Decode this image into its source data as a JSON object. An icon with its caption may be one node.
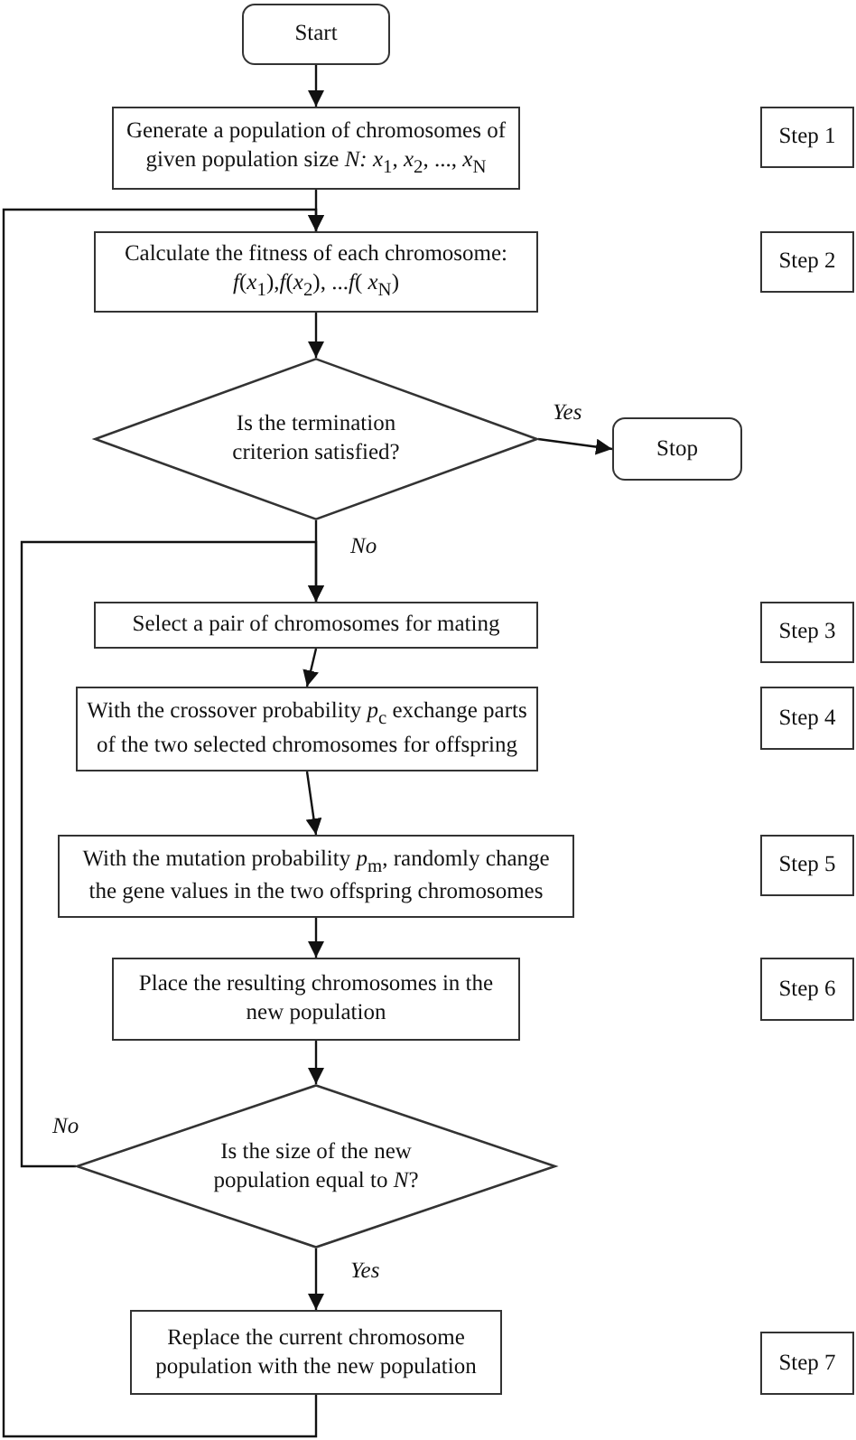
{
  "diagram": {
    "nodes": [
      {
        "text": [
          "Start"
        ]
      },
      {
        "text": [
          "Generate a population of chromosomes of given population size *N:* *x*$_{1}$, *x*$_{2}$, ..., *x*$_{N}$"
        ]
      },
      {
        "text": [
          "Step 1"
        ]
      },
      {
        "text": [
          "Calculate the fitness of each chromosome: *f*(*x*$_{1}$),*f*(*x*$_{2}$), ...*f*( *x*$_{N}$)"
        ]
      },
      {
        "text": [
          "Step 2"
        ]
      },
      {
        "text": [
          "Is the termination criterion satisfied?"
        ]
      },
      {
        "text": [
          "Stop"
        ]
      },
      {
        "text": [
          "Select a pair of chromosomes for mating"
        ]
      },
      {
        "text": [
          "Step 3"
        ]
      },
      {
        "text": [
          "With the crossover probability *p*$_{c}$ exchange parts of the two selected chromosomes for offspring"
        ]
      },
      {
        "text": [
          "Step 4"
        ]
      },
      {
        "text": [
          "With the mutation probability *p*$_{m}$, randomly change the gene values in the two offspring chromosomes"
        ]
      },
      {
        "text": [
          "Step 5"
        ]
      },
      {
        "text": [
          "Place the resulting chromosomes in the new population"
        ]
      },
      {
        "text": [
          "Step 6"
        ]
      },
      {
        "text": [
          "Is the size of the new population equal to *N*?"
        ]
      },
      {
        "text": [
          "Replace the current chromosome population with the new population"
        ]
      },
      {
        "text": [
          "Step 7"
        ]
      }
    ],
    "edges": [
      {
        "from": 0,
        "to": 1,
        "arrow": "to"
      },
      {
        "from": 1,
        "to": 3,
        "arrow": "to"
      },
      {
        "from": 3,
        "to": 5,
        "arrow": "to"
      },
      {
        "from": 5,
        "to": 6,
        "arrow": "to",
        "label": "Yes"
      },
      {
        "from": 5,
        "to": 7,
        "arrow": "to",
        "label": "No"
      },
      {
        "from": 7,
        "to": 9,
        "arrow": "to"
      },
      {
        "from": 9,
        "to": 11,
        "arrow": "to"
      },
      {
        "from": 11,
        "to": 13,
        "arrow": "to"
      },
      {
        "from": 13,
        "to": 15,
        "arrow": "to"
      },
      {
        "from": 15,
        "to": 16,
        "arrow": "to",
        "label": "Yes"
      },
      {
        "from": 15,
        "to": 7,
        "arrow": "to",
        "label": "No"
      },
      {
        "from": 16,
        "to": 3,
        "arrow": "to"
      }
    ]
  }
}
